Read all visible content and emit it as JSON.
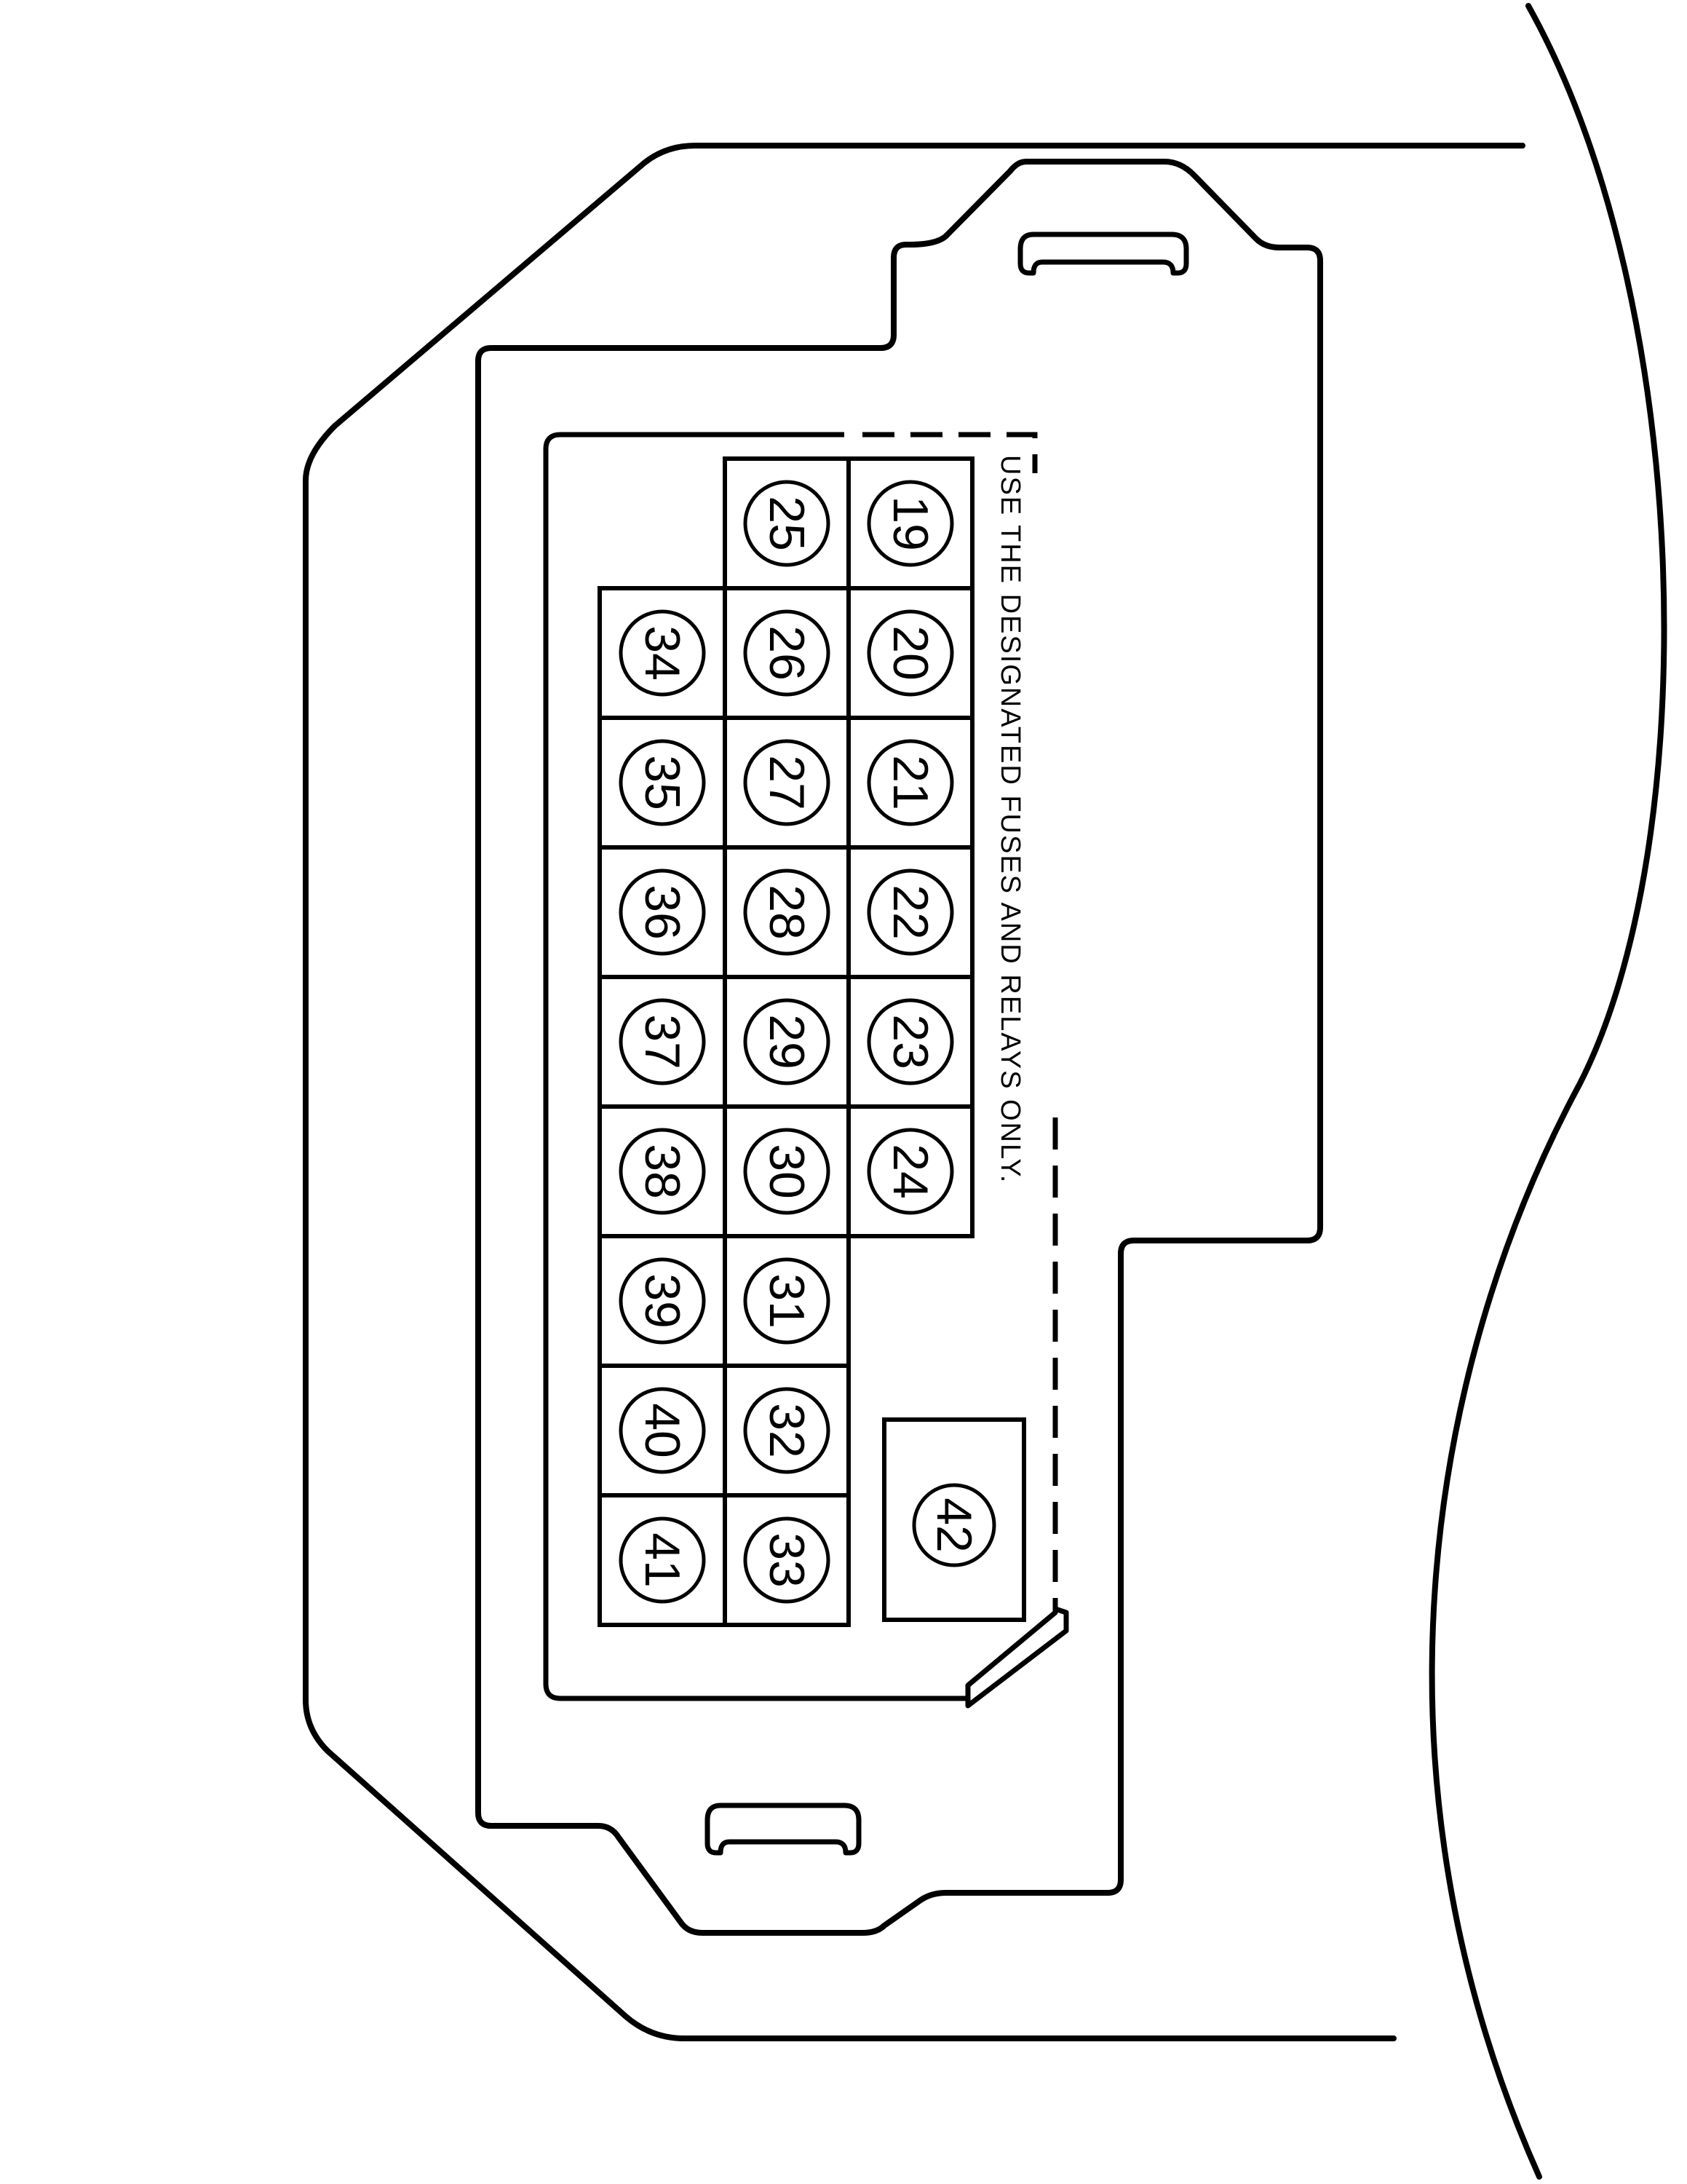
{
  "note": "USE  THE  DESIGNATED  FUSES  AND  RELAYS  ONLY.",
  "fuses": [
    {
      "label": "19",
      "col": 0,
      "row": 0
    },
    {
      "label": "20",
      "col": 0,
      "row": 1
    },
    {
      "label": "21",
      "col": 0,
      "row": 2
    },
    {
      "label": "22",
      "col": 0,
      "row": 3
    },
    {
      "label": "23",
      "col": 0,
      "row": 4
    },
    {
      "label": "24",
      "col": 0,
      "row": 5
    },
    {
      "label": "25",
      "col": 1,
      "row": 0
    },
    {
      "label": "26",
      "col": 1,
      "row": 1
    },
    {
      "label": "27",
      "col": 1,
      "row": 2
    },
    {
      "label": "28",
      "col": 1,
      "row": 3
    },
    {
      "label": "29",
      "col": 1,
      "row": 4
    },
    {
      "label": "30",
      "col": 1,
      "row": 5
    },
    {
      "label": "31",
      "col": 1,
      "row": 6
    },
    {
      "label": "32",
      "col": 1,
      "row": 7
    },
    {
      "label": "33",
      "col": 1,
      "row": 8
    },
    {
      "label": "34",
      "col": 2,
      "row": 1
    },
    {
      "label": "35",
      "col": 2,
      "row": 2
    },
    {
      "label": "36",
      "col": 2,
      "row": 3
    },
    {
      "label": "37",
      "col": 2,
      "row": 4
    },
    {
      "label": "38",
      "col": 2,
      "row": 5
    },
    {
      "label": "39",
      "col": 2,
      "row": 6
    },
    {
      "label": "40",
      "col": 2,
      "row": 7
    },
    {
      "label": "41",
      "col": 2,
      "row": 8
    }
  ],
  "relay": {
    "label": "42"
  }
}
